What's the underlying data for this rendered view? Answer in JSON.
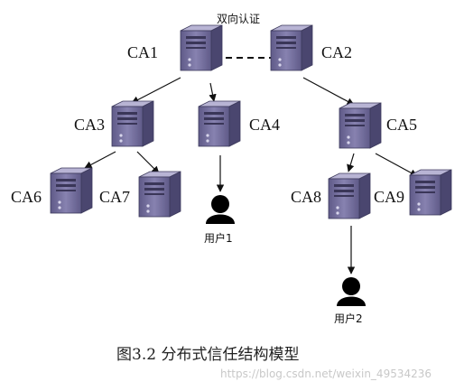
{
  "diagram": {
    "mutual_auth_label": "双向认证",
    "nodes": {
      "ca1": "CA1",
      "ca2": "CA2",
      "ca3": "CA3",
      "ca4": "CA4",
      "ca5": "CA5",
      "ca6": "CA6",
      "ca7": "CA7",
      "ca8": "CA8",
      "ca9": "CA9"
    },
    "users": {
      "user1": "用户1",
      "user2": "用户2"
    },
    "edges": [
      [
        "CA1",
        "CA2",
        "dashed"
      ],
      [
        "CA1",
        "CA3",
        "arrow"
      ],
      [
        "CA1",
        "CA4",
        "arrow"
      ],
      [
        "CA2",
        "CA5",
        "arrow"
      ],
      [
        "CA3",
        "CA6",
        "arrow"
      ],
      [
        "CA3",
        "CA7",
        "arrow"
      ],
      [
        "CA5",
        "CA8",
        "arrow"
      ],
      [
        "CA5",
        "CA9",
        "arrow"
      ],
      [
        "CA4",
        "用户1",
        "arrow"
      ],
      [
        "CA8",
        "用户2",
        "arrow"
      ]
    ],
    "caption": "图3.2 分布式信任结构模型"
  },
  "watermark": "https://blog.csdn.net/weixin_49534236",
  "colors": {
    "server_front": "#6d6894",
    "server_side": "#4a466f",
    "server_top": "#b8b4d4",
    "user": "#000000"
  },
  "icons": {
    "server": "server-tower-icon",
    "user": "user-silhouette-icon"
  }
}
